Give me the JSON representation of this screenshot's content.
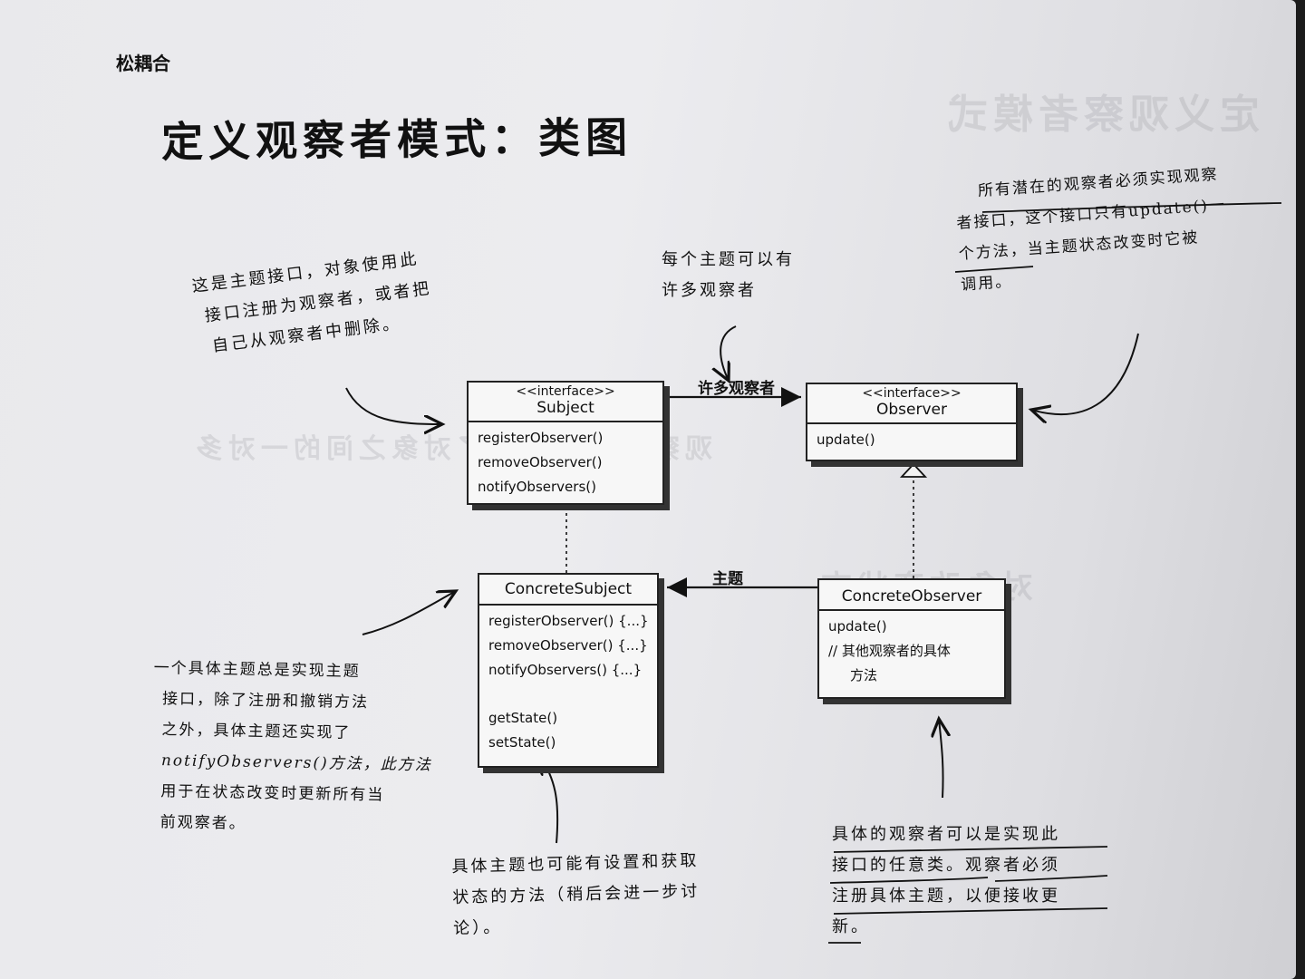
{
  "section_label": "松耦合",
  "page_title": "定义观察者模式：类图",
  "classes": {
    "subject": {
      "stereotype": "<<interface>>",
      "name": "Subject",
      "methods": [
        "registerObserver()",
        "removeObserver()",
        "notifyObservers()"
      ]
    },
    "observer": {
      "stereotype": "<<interface>>",
      "name": "Observer",
      "methods": [
        "update()"
      ]
    },
    "concrete_subject": {
      "name": "ConcreteSubject",
      "methods": [
        "registerObserver() {...}",
        "removeObserver() {...}",
        "notifyObservers() {...}"
      ],
      "state_methods": [
        "getState()",
        "setState()"
      ]
    },
    "concrete_observer": {
      "name": "ConcreteObserver",
      "methods": [
        "update()",
        "// 其他观察者的具体",
        "方法"
      ]
    }
  },
  "associations": {
    "many_observers": "许多观察者",
    "subject": "主题"
  },
  "notes": {
    "subject_interface": [
      "这是主题接口，对象使用此",
      "接口注册为观察者，或者把",
      "自己从观察者中删除。"
    ],
    "many_observers": [
      "每个主题可以有",
      "许多观察者"
    ],
    "observer_interface": [
      "所有潜在的观察者必须实现观察",
      "者接口，这个接口只有update()一",
      "个方法，当主题状态改变时它被",
      "调用。"
    ],
    "concrete_subject": [
      "一个具体主题总是实现主题",
      "接口，除了注册和撤销方法",
      "之外，具体主题还实现了",
      "notifyObservers()方法，此方法",
      "用于在状态改变时更新所有当",
      "前观察者。"
    ],
    "state_methods": [
      "具体主题也可能有设置和获取",
      "状态的方法（稍后会进一步讨",
      "论）。"
    ],
    "concrete_observer": [
      "具体的观察者可以是实现此",
      "接口的任意类。观察者必须",
      "注册具体主题，以便接收更",
      "新。"
    ]
  }
}
